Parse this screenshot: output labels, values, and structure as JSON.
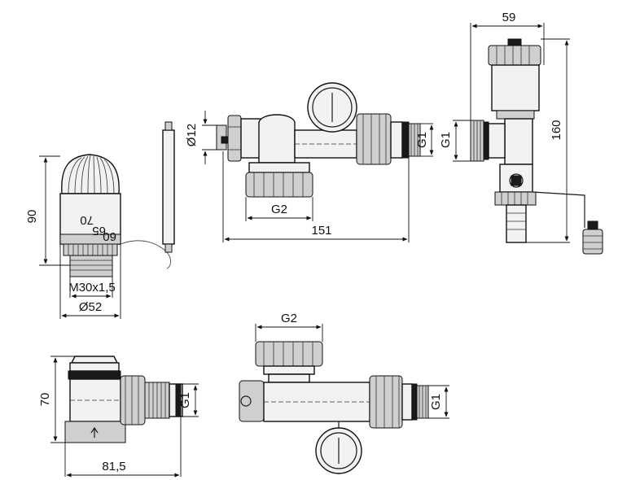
{
  "figure": {
    "thermostatic_head": {
      "height_label": "90",
      "thread_label": "M30x1,5",
      "diameter_label": "Ø52",
      "scale_marks": [
        "70",
        "65",
        "60"
      ]
    },
    "pump_unit_top": {
      "sensor_diameter_label": "Ø12",
      "outlet_thread_label": "G2",
      "right_thread_label": "G1",
      "length_label": "151"
    },
    "air_vent_valve": {
      "width_label": "59",
      "height_label": "160",
      "thread_label": "G1"
    },
    "angle_valve": {
      "height_label": "70",
      "thread_label": "G1",
      "length_label": "81,5"
    },
    "pump_unit_bottom": {
      "top_thread_label": "G2",
      "right_thread_label": "G1"
    }
  }
}
